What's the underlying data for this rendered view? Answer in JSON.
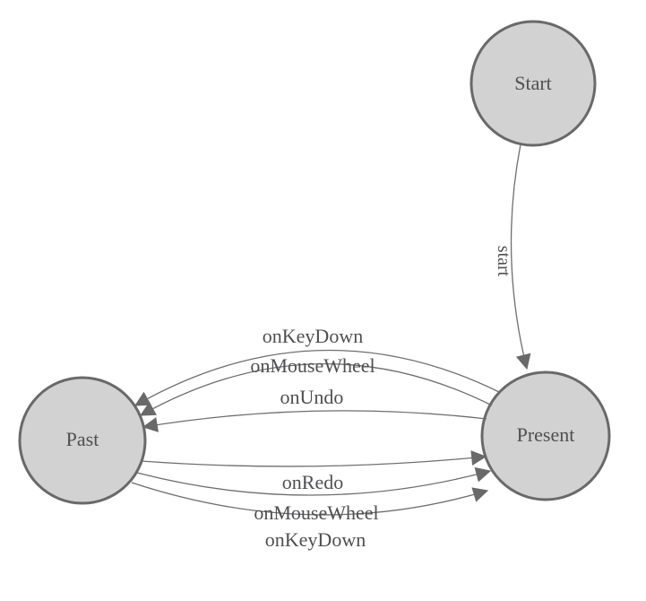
{
  "diagram": {
    "type": "state-machine",
    "background": "#ffffff",
    "colors": {
      "node_fill": "#d2d2d2",
      "node_stroke": "#696969",
      "edge_line": "#6e6e6e",
      "arrowhead": "#696969",
      "text": "#4f4f52"
    },
    "nodes": [
      {
        "id": "start",
        "label": "Start"
      },
      {
        "id": "past",
        "label": "Past"
      },
      {
        "id": "present",
        "label": "Present"
      }
    ],
    "edges": [
      {
        "from": "Start",
        "to": "Present",
        "label": "start"
      },
      {
        "from": "Present",
        "to": "Past",
        "label": "onKeyDown"
      },
      {
        "from": "Present",
        "to": "Past",
        "label": "onMouseWheel"
      },
      {
        "from": "Present",
        "to": "Past",
        "label": "onUndo"
      },
      {
        "from": "Past",
        "to": "Present",
        "label": "onRedo"
      },
      {
        "from": "Past",
        "to": "Present",
        "label": "onMouseWheel"
      },
      {
        "from": "Past",
        "to": "Present",
        "label": "onKeyDown"
      }
    ]
  }
}
